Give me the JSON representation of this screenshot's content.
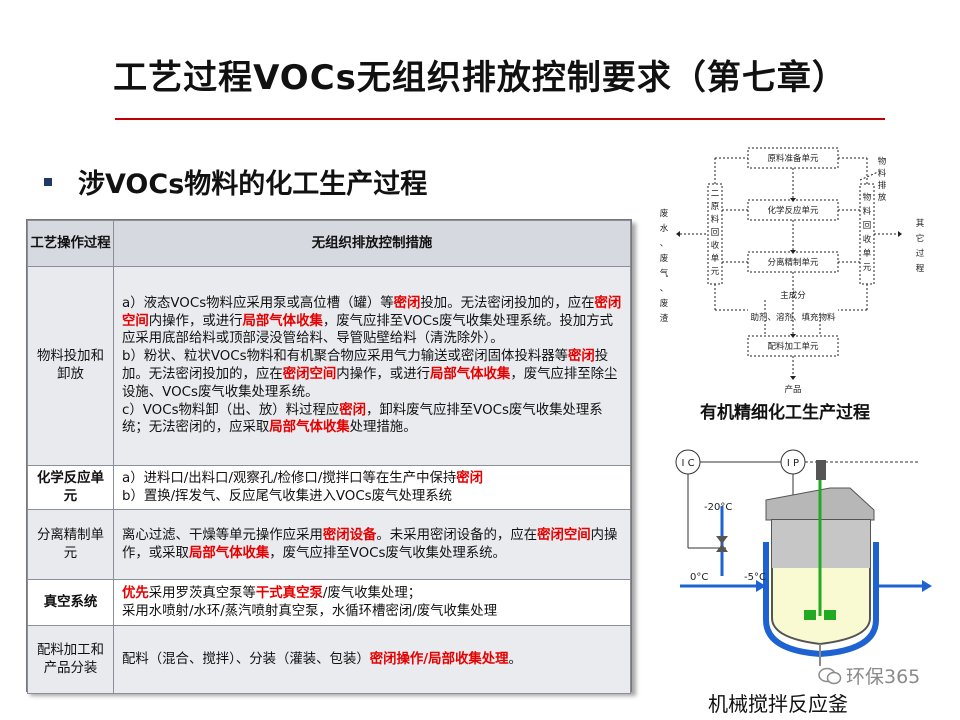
{
  "title": "工艺过程VOCs无组织排放控制要求（第七章）",
  "bullet": "涉VOCs物料的化工生产过程",
  "table": {
    "headers": [
      "工艺操作过程",
      "无组织排放控制措施"
    ],
    "rows": [
      {
        "process": "物料投加和卸放",
        "measure": [
          [
            [
              "a）液态VOCs物料应采用泵或高位槽（罐）等",
              false
            ],
            [
              "密闭",
              true
            ],
            [
              "投加。无法密闭投加的，应在",
              false
            ],
            [
              "密闭空间",
              true
            ],
            [
              "内操作，或进行",
              false
            ],
            [
              "局部气体收集",
              true
            ],
            [
              "，废气应排至VOCs废气收集处理系统。投加方式应采用底部给料或顶部浸没管给料、导管贴壁给料（清洗除外）。",
              false
            ]
          ],
          [
            [
              "b）粉状、粒状VOCs物料和有机聚合物应采用气力输送或密闭固体投料器等",
              false
            ],
            [
              "密闭",
              true
            ],
            [
              "投加。无法密闭投加的，应在",
              false
            ],
            [
              "密闭空间",
              true
            ],
            [
              "内操作，或进行",
              false
            ],
            [
              "局部气体收集",
              true
            ],
            [
              "，废气应排至除尘设施、VOCs废气收集处理系统。",
              false
            ]
          ],
          [
            [
              "c）VOCs物料卸（出、放）料过程应",
              false
            ],
            [
              "密闭",
              true
            ],
            [
              "，卸料废气应排至VOCs废气收集处理系统；无法密闭的，应采取",
              false
            ],
            [
              "局部气体收集",
              true
            ],
            [
              "处理措施。",
              false
            ]
          ]
        ]
      },
      {
        "process": "化学反应单元",
        "measure": [
          [
            [
              "a）进料口/出料口/观察孔/检修口/搅拌口等在生产中保持",
              false
            ],
            [
              "密闭",
              true
            ]
          ],
          [
            [
              "b）置换/挥发气、反应尾气收集进入VOCs废气处理系统",
              false
            ]
          ]
        ]
      },
      {
        "process": "分离精制单元",
        "measure": [
          [
            [
              "离心过滤、干燥等单元操作应采用",
              false
            ],
            [
              "密闭设备",
              true
            ],
            [
              "。未采用密闭设备的，应在",
              false
            ],
            [
              "密闭空间",
              true
            ],
            [
              "内操作，或采取",
              false
            ],
            [
              "局部气体收集",
              true
            ],
            [
              "，废气应排至VOCs废气收集处理系统。",
              false
            ]
          ]
        ]
      },
      {
        "process": "真空系统",
        "measure": [
          [
            [
              "优先",
              true
            ],
            [
              "采用罗茨真空泵等",
              false
            ],
            [
              "干式真空泵",
              true
            ],
            [
              "/废气收集处理；",
              false
            ]
          ],
          [
            [
              "采用水喷射/水环/蒸汽喷射真空泵，水循环槽密闭/废气收集处理",
              false
            ]
          ]
        ]
      },
      {
        "process": "配料加工和产品分装",
        "measure": [
          [
            [
              "配料（混合、搅拌）、分装（灌装、包装）",
              false
            ],
            [
              "密闭操作/局部收集处理",
              true
            ],
            [
              "。",
              false
            ]
          ]
        ]
      }
    ]
  },
  "flow": {
    "caption": "有机精细化工生产过程",
    "boxes": [
      "原料准备单元",
      "化学反应单元",
      "分离精制单元",
      "配料加工单元"
    ],
    "left_col": "二原料回收单元",
    "right_col": "物料回收单元",
    "left_label": "废水、废气、废渣",
    "right_label": "其它过程",
    "top_right": "物料排放",
    "mid_label": "主成分",
    "sub_label": "助剂、溶剂、填充物料",
    "bottom_label": "产品"
  },
  "reactor": {
    "caption": "机械搅拌反应釜",
    "temp_top": "-20°C",
    "temp_left": "0°C",
    "temp_right": "-5°C",
    "ic_label": "I C",
    "ip_label": "I P"
  },
  "watermark": "环保365"
}
